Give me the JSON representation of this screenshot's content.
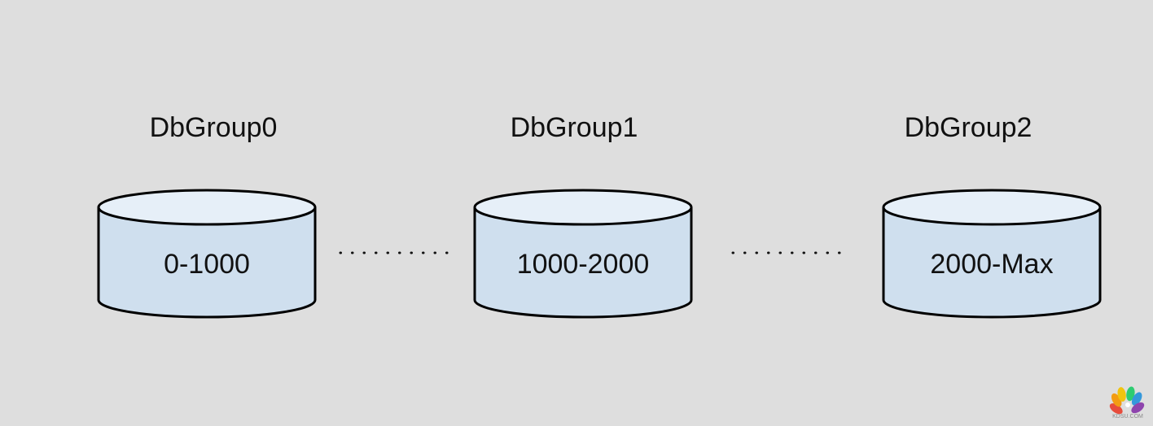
{
  "groups": [
    {
      "name": "DbGroup0",
      "range": "0-1000"
    },
    {
      "name": "DbGroup1",
      "range": "1000-2000"
    },
    {
      "name": "DbGroup2",
      "range": "2000-Max"
    }
  ],
  "watermark": {
    "text": "KDSU.COM"
  },
  "colors": {
    "background": "#dedede",
    "cylinder_fill": "#cfdfee",
    "cylinder_top": "#e6eff8",
    "stroke": "#000000"
  }
}
